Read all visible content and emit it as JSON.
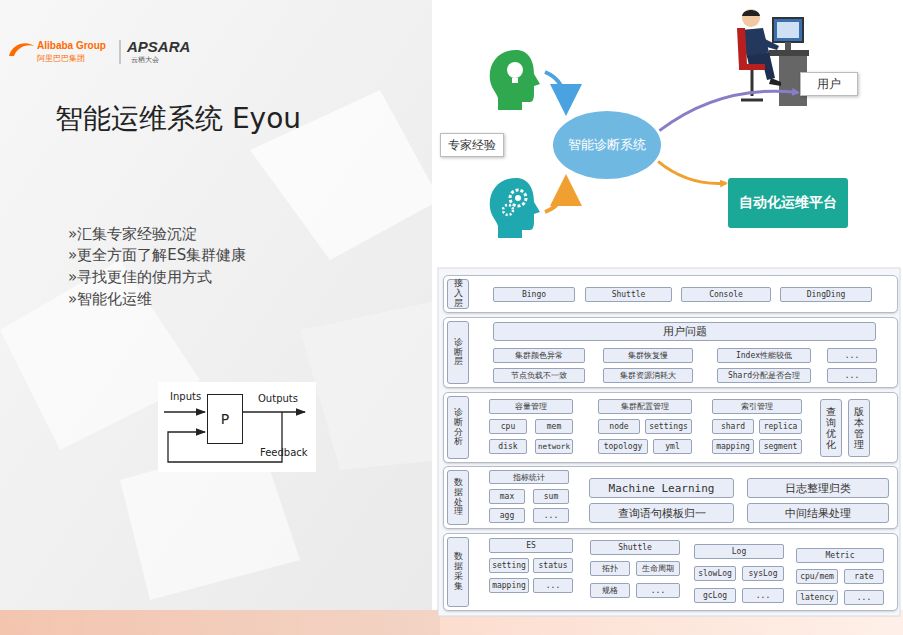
{
  "diagram": {
    "title": "智能运维系统 Eyou",
    "nodes": [
      {
        "text": [
          "专家经验"
        ]
      },
      {
        "text": [
          "智能诊断系统"
        ]
      },
      {
        "text": [
          "用户"
        ]
      },
      {
        "text": [
          "自动化运维平台"
        ]
      },
      {
        "text": [
          "P"
        ]
      },
      {
        "text": [
          "接入层"
        ]
      },
      {
        "text": [
          "Bingo"
        ],
        "in": 5
      },
      {
        "text": [
          "Shuttle"
        ],
        "in": 5
      },
      {
        "text": [
          "Console"
        ],
        "in": 5
      },
      {
        "text": [
          "DingDing"
        ],
        "in": 5
      },
      {
        "text": [
          "诊断层"
        ]
      },
      {
        "text": [
          "用户问题"
        ],
        "in": 10
      },
      {
        "text": [
          "集群颜色异常"
        ],
        "in": 10
      },
      {
        "text": [
          "集群恢复慢"
        ],
        "in": 10
      },
      {
        "text": [
          "Index性能较低"
        ],
        "in": 10
      },
      {
        "text": [
          "..."
        ],
        "in": 10
      },
      {
        "text": [
          "节点负载不一致"
        ],
        "in": 10
      },
      {
        "text": [
          "集群资源消耗大"
        ],
        "in": 10
      },
      {
        "text": [
          "Shard分配是否合理"
        ],
        "in": 10
      },
      {
        "text": [
          "..."
        ],
        "in": 10
      },
      {
        "text": [
          "诊断分析"
        ]
      },
      {
        "text": [
          "容量管理"
        ],
        "in": 20
      },
      {
        "text": [
          "cpu"
        ],
        "in": 20
      },
      {
        "text": [
          "mem"
        ],
        "in": 20
      },
      {
        "text": [
          "disk"
        ],
        "in": 20
      },
      {
        "text": [
          "network"
        ],
        "in": 20
      },
      {
        "text": [
          "集群配置管理"
        ],
        "in": 20
      },
      {
        "text": [
          "node"
        ],
        "in": 20
      },
      {
        "text": [
          "settings"
        ],
        "in": 20
      },
      {
        "text": [
          "topology"
        ],
        "in": 20
      },
      {
        "text": [
          "yml"
        ],
        "in": 20
      },
      {
        "text": [
          "索引管理"
        ],
        "in": 20
      },
      {
        "text": [
          "shard"
        ],
        "in": 20
      },
      {
        "text": [
          "replica"
        ],
        "in": 20
      },
      {
        "text": [
          "mapping"
        ],
        "in": 20
      },
      {
        "text": [
          "segment"
        ],
        "in": 20
      },
      {
        "text": [
          "查询优化"
        ],
        "in": 20
      },
      {
        "text": [
          "版本管理"
        ],
        "in": 20
      },
      {
        "text": [
          "数据处理"
        ]
      },
      {
        "text": [
          "指标统计"
        ],
        "in": 38
      },
      {
        "text": [
          "max"
        ],
        "in": 38
      },
      {
        "text": [
          "sum"
        ],
        "in": 38
      },
      {
        "text": [
          "agg"
        ],
        "in": 38
      },
      {
        "text": [
          "..."
        ],
        "in": 38
      },
      {
        "text": [
          "Machine Learning"
        ],
        "in": 38
      },
      {
        "text": [
          "查询语句模板归一"
        ],
        "in": 38
      },
      {
        "text": [
          "日志整理归类"
        ],
        "in": 38
      },
      {
        "text": [
          "中间结果处理"
        ],
        "in": 38
      },
      {
        "text": [
          "数据采集"
        ]
      },
      {
        "text": [
          "ES"
        ],
        "in": 48
      },
      {
        "text": [
          "setting"
        ],
        "in": 48
      },
      {
        "text": [
          "status"
        ],
        "in": 48
      },
      {
        "text": [
          "mapping"
        ],
        "in": 48
      },
      {
        "text": [
          "..."
        ],
        "in": 48
      },
      {
        "text": [
          "Shuttle"
        ],
        "in": 48
      },
      {
        "text": [
          "拓扑"
        ],
        "in": 48
      },
      {
        "text": [
          "生命周期"
        ],
        "in": 48
      },
      {
        "text": [
          "规格"
        ],
        "in": 48
      },
      {
        "text": [
          "..."
        ],
        "in": 48
      },
      {
        "text": [
          "Log"
        ],
        "in": 48
      },
      {
        "text": [
          "slowLog"
        ],
        "in": 48
      },
      {
        "text": [
          "sysLog"
        ],
        "in": 48
      },
      {
        "text": [
          "gcLog"
        ],
        "in": 48
      },
      {
        "text": [
          "..."
        ],
        "in": 48
      },
      {
        "text": [
          "Metric"
        ],
        "in": 48
      },
      {
        "text": [
          "cpu/mem"
        ],
        "in": 48
      },
      {
        "text": [
          "rate"
        ],
        "in": 48
      },
      {
        "text": [
          "latency"
        ],
        "in": 48
      },
      {
        "text": [
          "..."
        ],
        "in": 48
      }
    ],
    "edges": [
      {
        "from": 1,
        "to": 2,
        "arrow": "to"
      },
      {
        "from": 1,
        "to": 3,
        "arrow": "to"
      }
    ],
    "labels": [
      "Alibaba Group",
      "阿里巴巴集团",
      "APSARA",
      "云栖大会",
      "»汇集专家经验沉淀",
      "»更全方面了解ES集群健康",
      "»寻找更佳的使用方式",
      "»智能化运维",
      "Inputs",
      "Outputs",
      "Feedback"
    ]
  }
}
